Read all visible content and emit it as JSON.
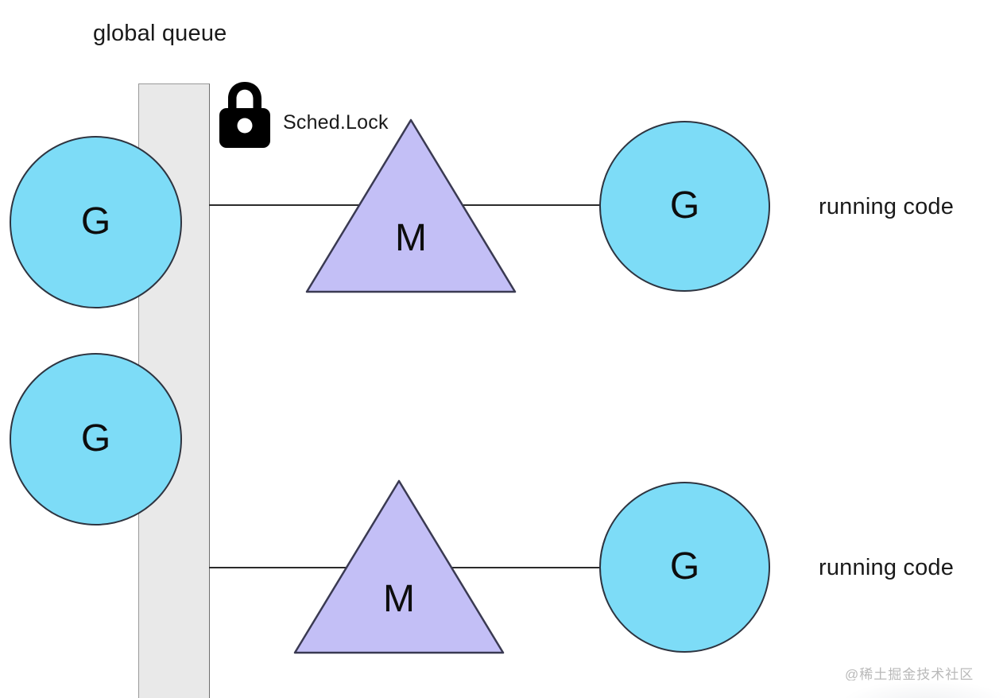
{
  "diagram": {
    "title": "global queue",
    "background_color": "#ffffff",
    "labels": {
      "global_queue": "global queue",
      "sched_lock": "Sched.Lock",
      "running_code": "running code"
    },
    "colors": {
      "goroutine_fill": "#7ddcf7",
      "machine_fill": "#c3bff6",
      "queue_bar_fill": "#e9e9e9",
      "stroke": "#2e3440",
      "lock_icon": "#000000",
      "watermark": "#b9b9b9"
    },
    "queue_bar": {
      "name": "global queue bar"
    },
    "lock": {
      "icon": "lock-icon",
      "label": "Sched.Lock"
    },
    "goroutines_in_queue": [
      {
        "label": "G"
      },
      {
        "label": "G"
      }
    ],
    "threads": [
      {
        "label": "M"
      },
      {
        "label": "M"
      }
    ],
    "running_goroutines": [
      {
        "label": "G",
        "status": "running code"
      },
      {
        "label": "G",
        "status": "running code"
      }
    ],
    "rows": [
      {
        "machine": "M",
        "goroutine": "G",
        "status": "running code"
      },
      {
        "machine": "M",
        "goroutine": "G",
        "status": "running code"
      }
    ]
  },
  "watermark": {
    "text": "@稀土掘金技术社区"
  }
}
